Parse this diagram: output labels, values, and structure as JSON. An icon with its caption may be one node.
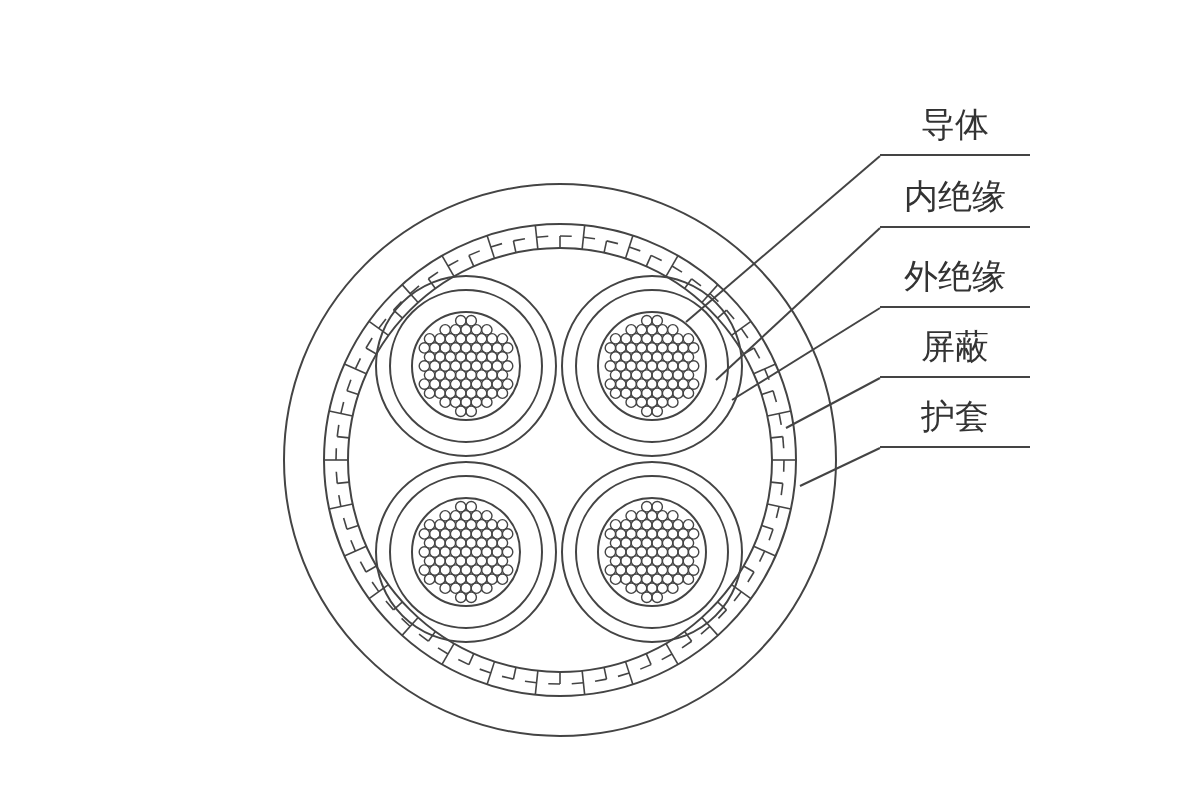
{
  "diagram": {
    "nodes": [
      {
        "text": [
          "导体"
        ]
      },
      {
        "text": [
          "内绝缘"
        ]
      },
      {
        "text": [
          "外绝缘"
        ]
      },
      {
        "text": [
          "屏蔽"
        ]
      },
      {
        "text": [
          "护套"
        ]
      }
    ],
    "edges": [
      {
        "from": 0,
        "to": null,
        "arrow": "none"
      },
      {
        "from": 1,
        "to": null,
        "arrow": "none"
      },
      {
        "from": 2,
        "to": null,
        "arrow": "none"
      },
      {
        "from": 3,
        "to": null,
        "arrow": "none"
      },
      {
        "from": 4,
        "to": null,
        "arrow": "none"
      }
    ]
  }
}
